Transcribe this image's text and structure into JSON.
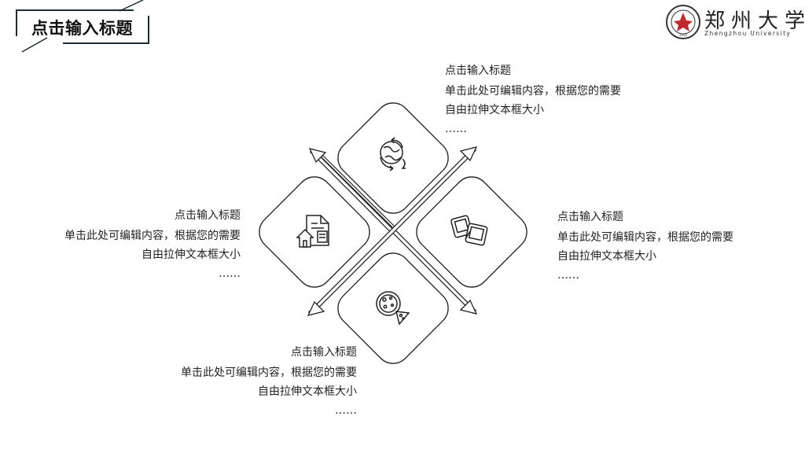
{
  "header": {
    "title": "点击输入标题"
  },
  "logo": {
    "name_cn": "郑州大学",
    "name_en": "Zhengzhou University"
  },
  "items": [
    {
      "position": "top",
      "title": "点击输入标题",
      "line1": "单击此处可编辑内容，根据您的需要",
      "line2": "自由拉伸文本框大小",
      "ellipsis": "……",
      "icon": "globe-arrows-icon"
    },
    {
      "position": "left",
      "title": "点击输入标题",
      "line1": "单击此处可编辑内容，根据您的需要",
      "line2": "自由拉伸文本框大小",
      "ellipsis": "……",
      "icon": "document-house-icon"
    },
    {
      "position": "right",
      "title": "点击输入标题",
      "line1": "单击此处可编辑内容，根据您的需要",
      "line2": "自由拉伸文本框大小",
      "ellipsis": "……",
      "icon": "photos-icon"
    },
    {
      "position": "bottom",
      "title": "点击输入标题",
      "line1": "单击此处可编辑内容，根据您的需要",
      "line2": "自由拉伸文本框大小",
      "ellipsis": "……",
      "icon": "pizza-icon"
    }
  ]
}
